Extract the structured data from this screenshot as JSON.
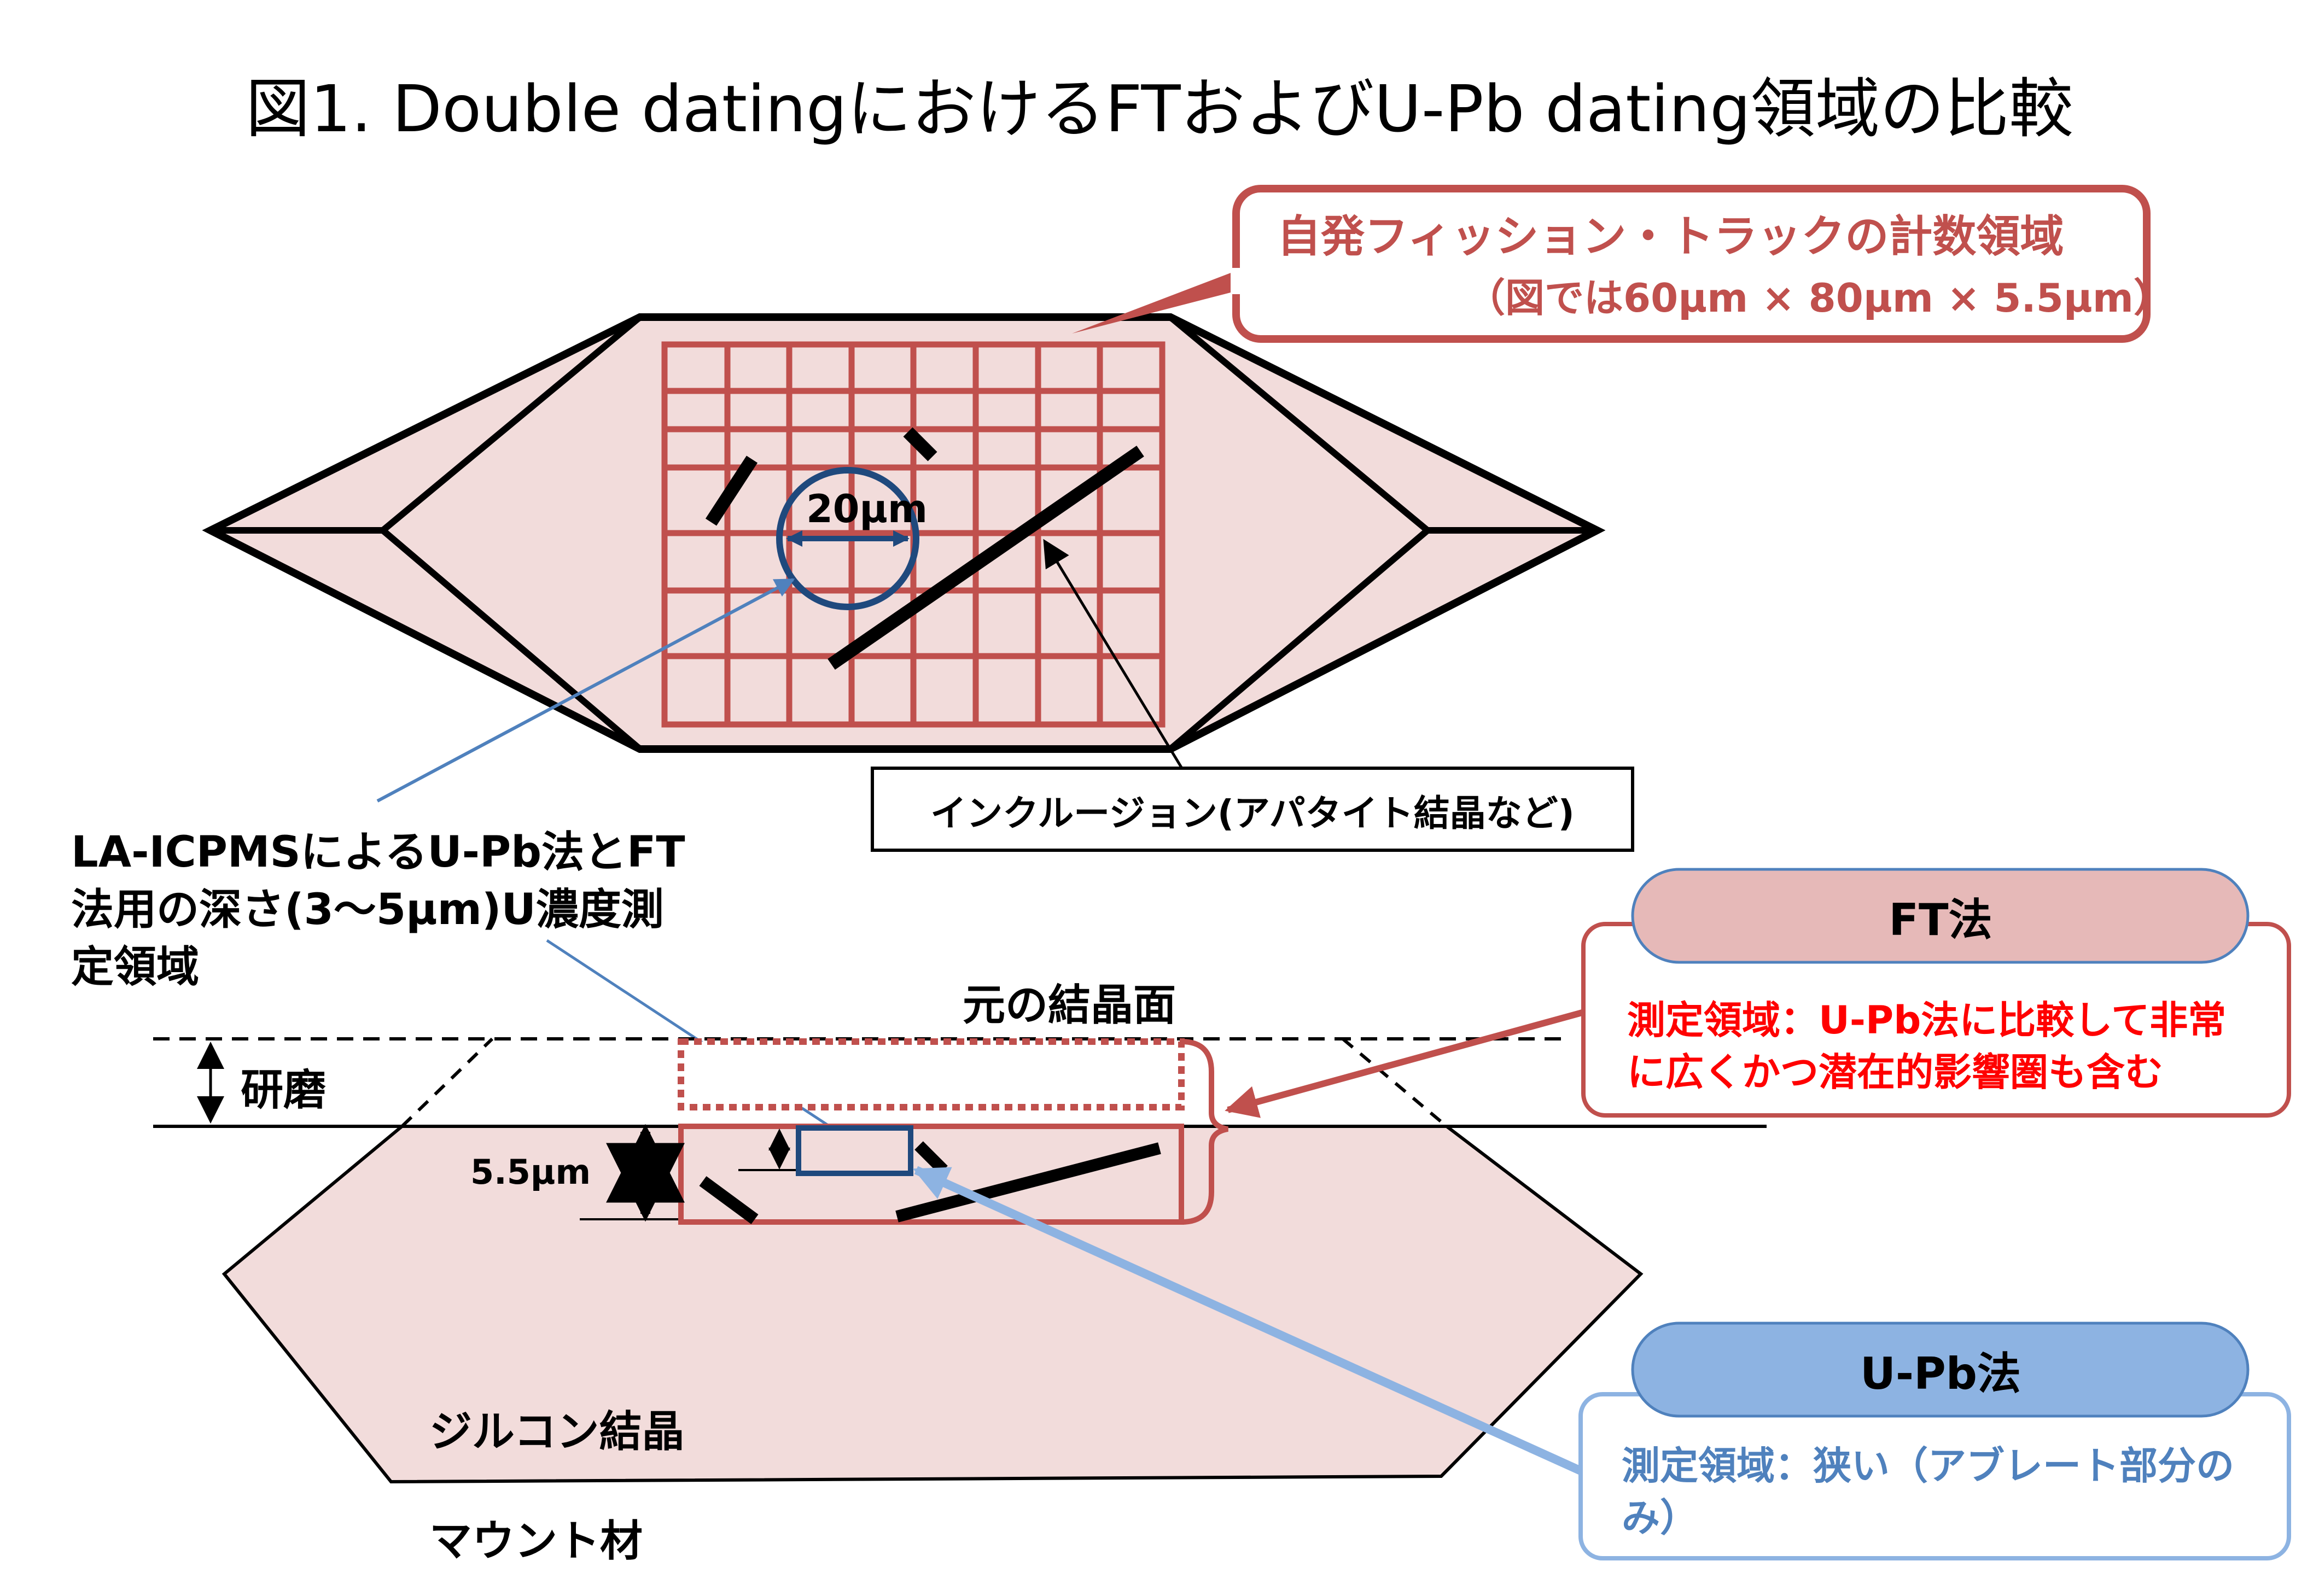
{
  "title": "図1. Double datingにおけるFTおよびU-Pb dating領域の比較",
  "labels": {
    "spontaneous_track_region_line1": "自発フィッション・トラックの計数領域",
    "spontaneous_track_region_line2": "（図では60μm × 80μm × 5.5μm）",
    "spot_diameter": "20μm",
    "inclusion": "インクルージョン(アパタイト結晶など)",
    "laicpms_line1": "LA-ICPMSによるU-Pb法とFT",
    "laicpms_line2": "法用の深さ(3～5μm)U濃度測",
    "laicpms_line3": "定領域",
    "original_surface": "元の結晶面",
    "polishing": "研磨",
    "depth": "5.5μm",
    "zircon": "ジルコン結晶",
    "mount": "マウント材"
  },
  "ft_box": {
    "header": "FT法",
    "body_line1": "測定領域：U-Pb法に比較して非常",
    "body_line2": "に広くかつ潜在的影響圏も含む"
  },
  "upb_box": {
    "header": "U-Pb法",
    "body_line1": "測定領域：狭い（アブレート部分の",
    "body_line2": "み）"
  },
  "colors": {
    "crystal_fill": "#f2dcdb",
    "grid_red": "#c0504d",
    "dark_red_text": "#c0504d",
    "bright_red_text": "#ff0000",
    "upb_header_fill": "#8db3e2",
    "upb_text": "#4f81bd",
    "navy": "#1f497d",
    "ft_header_fill": "#e6b9b8"
  }
}
